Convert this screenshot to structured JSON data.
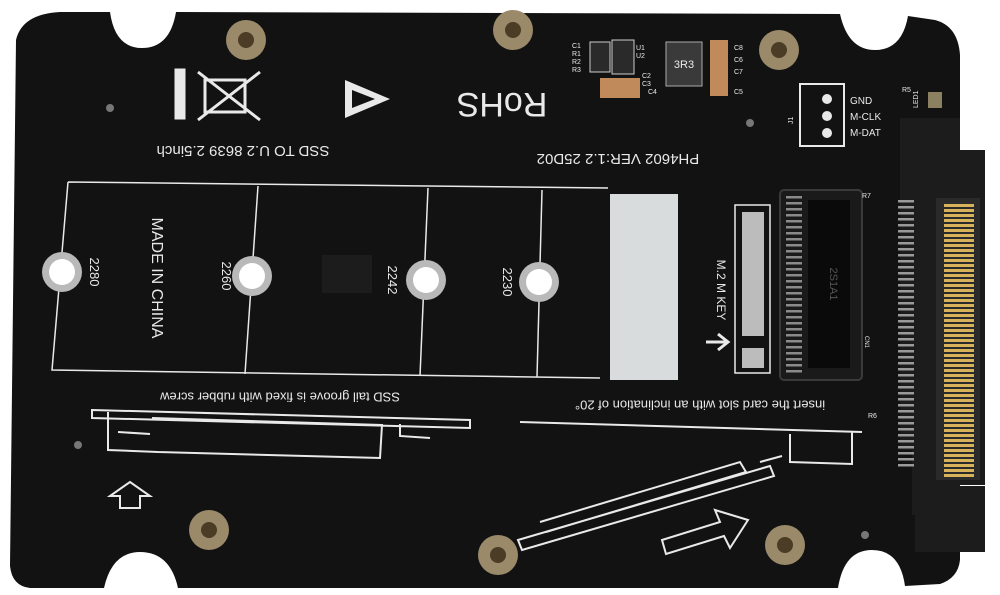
{
  "board": {
    "model_line": "PH4602  VER:1.2  25D02",
    "title_line": "SSD TO U.2 8639 2.5inch",
    "rohs": "RoHS",
    "origin": "MADE IN CHINA",
    "key_label": "M.2 M KEY",
    "groove_note": "SSD tail groove is fixed with rubber screw",
    "insert_note": "insert the card slot with an inclination of 20°",
    "inductor_marking": "3R3",
    "connector_marking": "2S1A1",
    "slot_sizes": [
      "2280",
      "2260",
      "2242",
      "2230"
    ],
    "pin_labels": [
      "GND",
      "M-CLK",
      "M-DAT"
    ],
    "components": {
      "c1": "C1",
      "c2": "C2",
      "c3": "C3",
      "c4": "C4",
      "c5": "C5",
      "c6": "C6",
      "c7": "C7",
      "c8": "C8",
      "r1": "R1",
      "r2": "R2",
      "r3": "R3",
      "r5": "R5",
      "r6": "R6",
      "r7": "R7",
      "u1": "U1",
      "u2": "U2",
      "led": "LED1",
      "j1": "J1",
      "cn1": "CN1"
    }
  },
  "colors": {
    "pcb": "#121212",
    "silkscreen": "#e9e9e9",
    "gold": "#d7b25a",
    "background": "#ffffff"
  },
  "icons": [
    "weee-bin-icon",
    "esd-warning-icon",
    "insert-arrow-icon",
    "up-arrow-icon",
    "key-arrow-icon"
  ]
}
